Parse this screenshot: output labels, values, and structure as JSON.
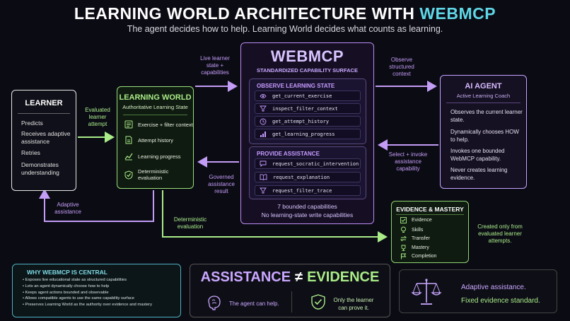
{
  "title": {
    "main": "LEARNING WORLD ARCHITECTURE WITH ",
    "accent": "WEBMCP"
  },
  "subtitle": "The agent decides how to help. Learning World decides what counts as learning.",
  "learner": {
    "title": "LEARNER",
    "items": [
      "Predicts",
      "Receives adaptive assistance",
      "Retries",
      "Demonstrates understanding"
    ]
  },
  "learning_world": {
    "title": "LEARNING WORLD",
    "subtitle": "Authoritative Learning State",
    "items": [
      {
        "label": "Exercise + filter context",
        "icon": "checklist-icon"
      },
      {
        "label": "Attempt history",
        "icon": "document-icon"
      },
      {
        "label": "Learning progress",
        "icon": "trend-chart-icon"
      },
      {
        "label": "Deterministic evaluation",
        "icon": "shield-check-icon"
      }
    ]
  },
  "webmcp": {
    "title": "WEBMCP",
    "subtitle": "STANDARDIZED CAPABILITY SURFACE",
    "observe_title": "OBSERVE LEARNING STATE",
    "observe": [
      {
        "label": "get_current_exercise",
        "icon": "eye-icon"
      },
      {
        "label": "inspect_filter_context",
        "icon": "filter-icon"
      },
      {
        "label": "get_attempt_history",
        "icon": "clock-icon"
      },
      {
        "label": "get_learning_progress",
        "icon": "bar-chart-icon"
      }
    ],
    "provide_title": "PROVIDE ASSISTANCE",
    "provide": [
      {
        "label": "request_socratic_intervention",
        "icon": "chat-icon"
      },
      {
        "label": "request_explanation",
        "icon": "book-icon"
      },
      {
        "label": "request_filter_trace",
        "icon": "filter-icon"
      }
    ],
    "footer1": "7 bounded capabilities",
    "footer2": "No learning-state write capabilities"
  },
  "agent": {
    "title": "AI AGENT",
    "subtitle": "Active Learning Coach",
    "items": [
      "Observes the current learner state.",
      "Dynamically chooses HOW to help.",
      "Invokes one bounded WebMCP capability.",
      "Never creates learning evidence."
    ]
  },
  "labels": {
    "evaluated": "Evaluated learner attempt",
    "live_state": "Live learner state + capabilities",
    "observe_ctx": "Observe structured context",
    "select_invoke": "Select + invoke assistance capability",
    "governed": "Governed assistance result",
    "adaptive": "Adaptive assistance",
    "deterministic": "Deterministic evaluation",
    "created_only": "Created only from evaluated learner attempts."
  },
  "evidence": {
    "title": "EVIDENCE & MASTERY",
    "items": [
      {
        "label": "Evidence",
        "icon": "checkbox-icon"
      },
      {
        "label": "Skills",
        "icon": "lightbulb-icon"
      },
      {
        "label": "Transfer",
        "icon": "swap-arrows-icon"
      },
      {
        "label": "Mastery",
        "icon": "trophy-icon"
      },
      {
        "label": "Completion",
        "icon": "flag-icon"
      }
    ]
  },
  "why": {
    "title": "WHY WEBMCP IS CENTRAL",
    "items": [
      "Exposes live educational state as structured capabilities",
      "Lets an agent dynamically choose how to help",
      "Keeps agent actions bounded and observable",
      "Allows compatible agents to use the same capability surface",
      "Preserves Learning World as the authority over evidence and mastery"
    ]
  },
  "assistance_evidence": {
    "left": "ASSISTANCE",
    "symbol": "≠",
    "right": "EVIDENCE",
    "agent_text": "The agent can help.",
    "learner_text": "Only the learner can prove it."
  },
  "adaptive_box": {
    "line1": "Adaptive assistance.",
    "line2": "Fixed evidence standard."
  },
  "colors": {
    "green": "#a9ec88",
    "purple": "#c39cf5",
    "cyan": "#5fd7e6"
  }
}
